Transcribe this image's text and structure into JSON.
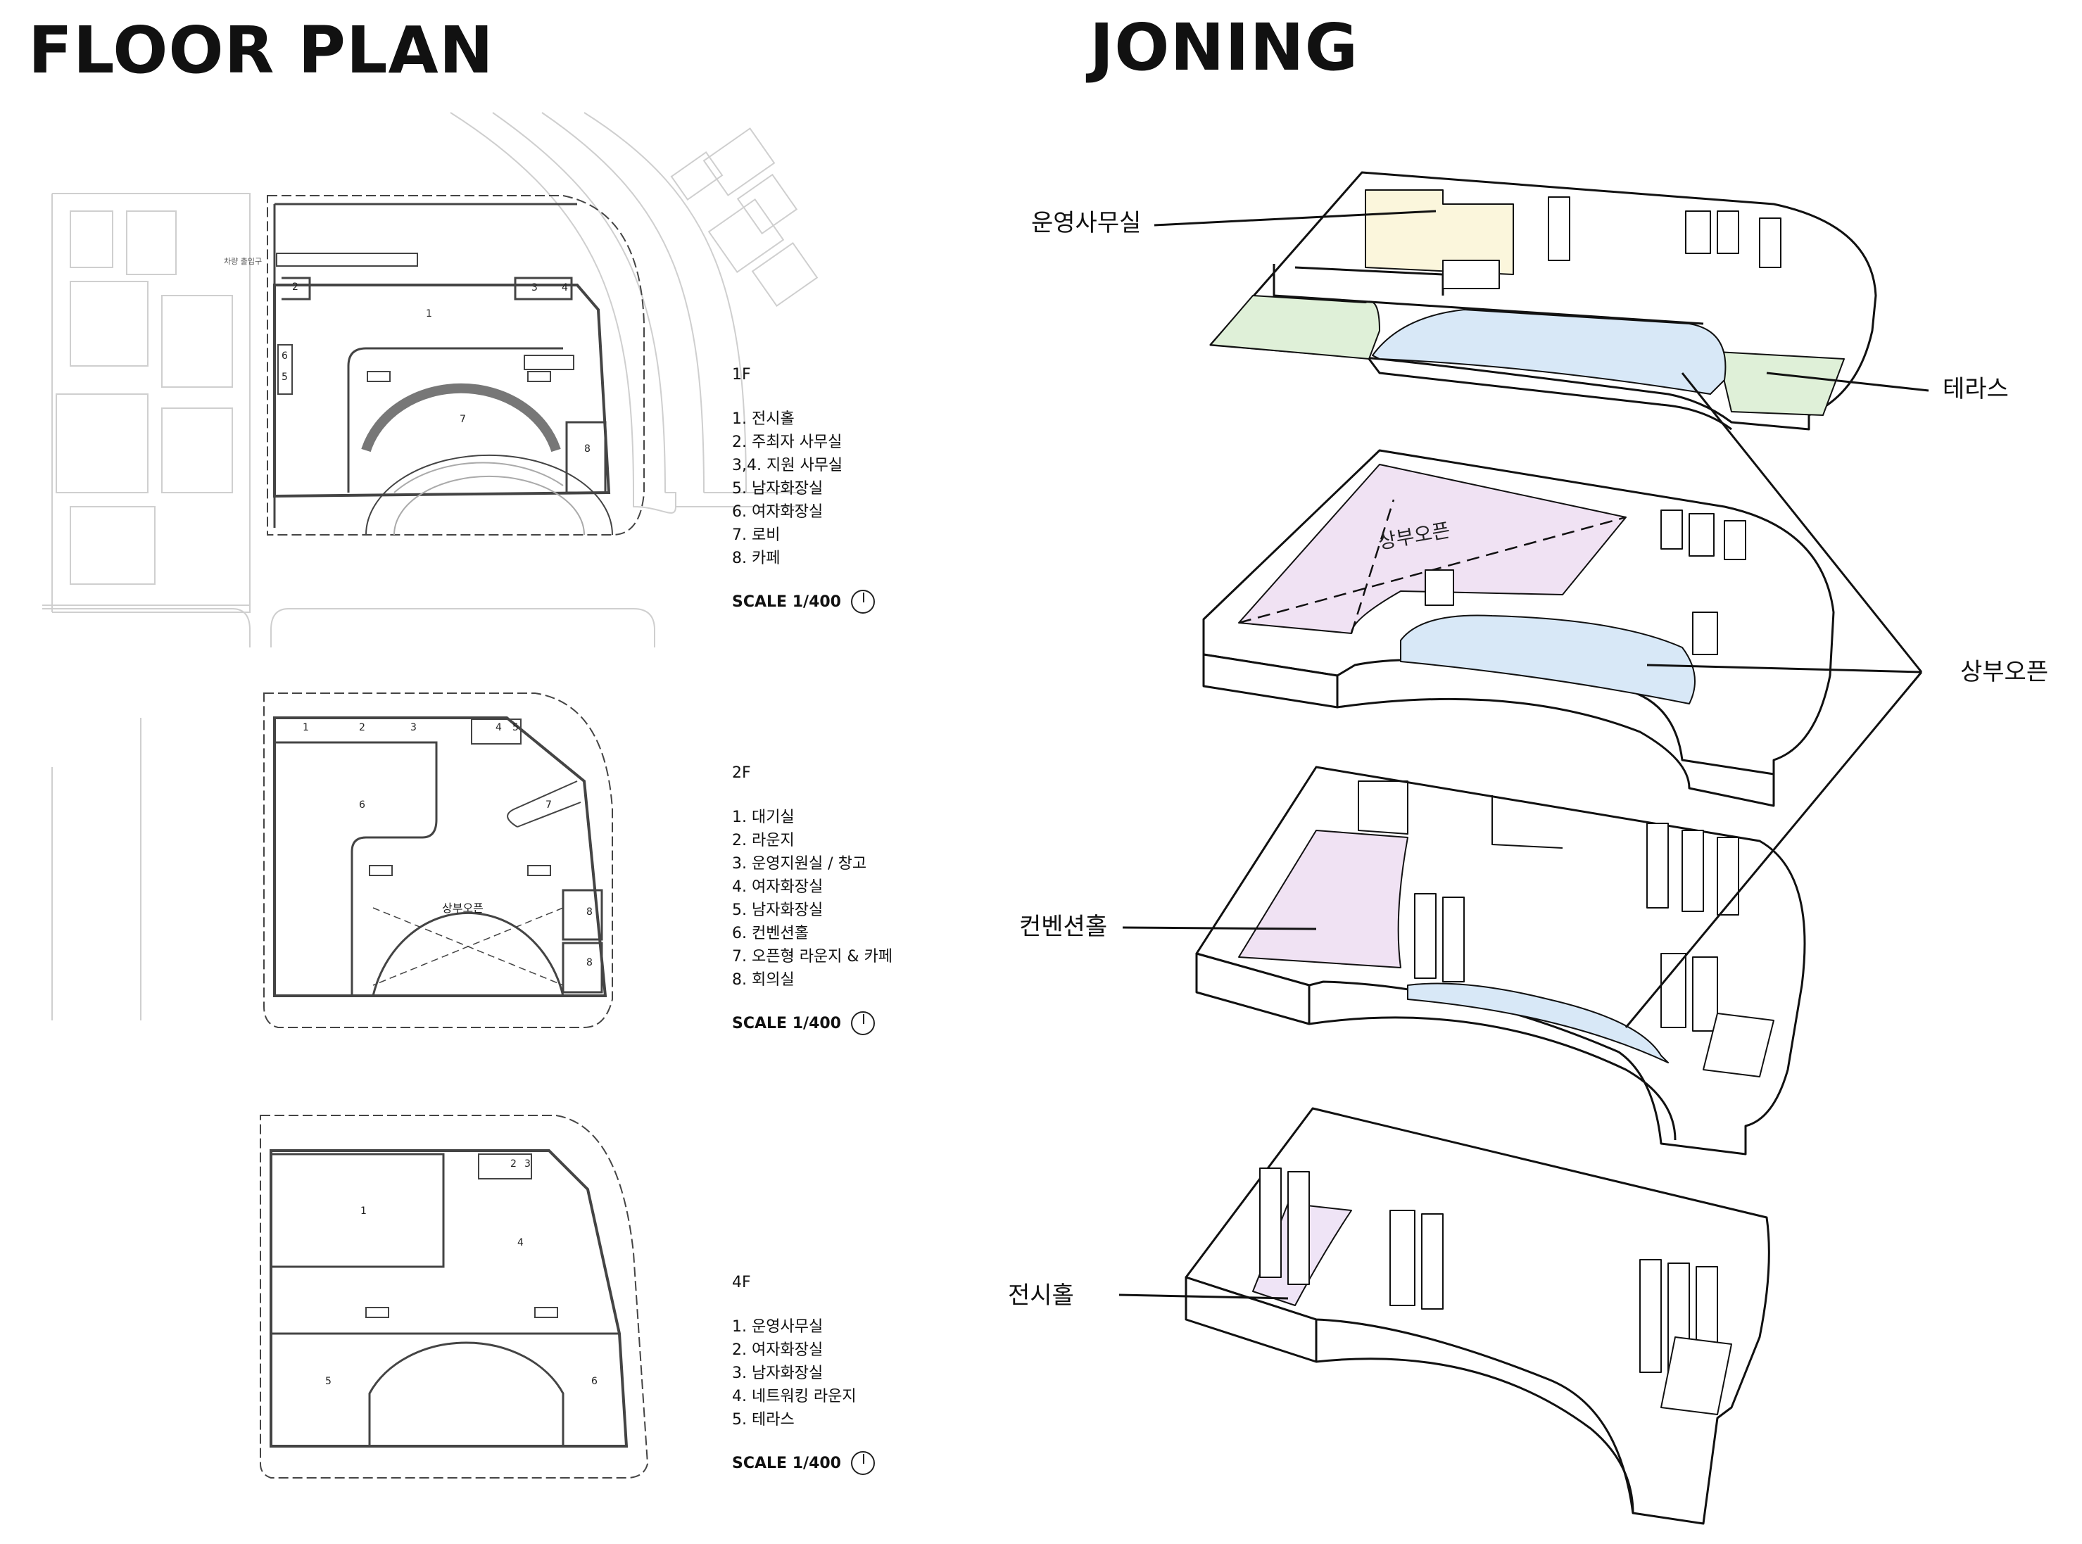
{
  "titles": {
    "floor_plan": "FLOOR PLAN",
    "joning": "JONING"
  },
  "floors": [
    {
      "floor": "1F",
      "items": [
        "1. 전시홀",
        "2. 주최자 사무실",
        "3,4. 지원 사무실",
        "5. 남자화장실",
        "6. 여자화장실",
        "7. 로비",
        "8. 카페"
      ],
      "scale": "SCALE 1/400",
      "room_labels": [
        "1",
        "2",
        "3",
        "4",
        "5",
        "6",
        "7",
        "8"
      ]
    },
    {
      "floor": "2F",
      "items": [
        "1. 대기실",
        "2. 라운지",
        "3. 운영지원실 / 창고",
        "4. 여자화장실",
        "5. 남자화장실",
        "6. 컨벤션홀",
        "7. 오픈형 라운지 & 카페",
        "8. 회의실"
      ],
      "scale": "SCALE 1/400",
      "room_labels": [
        "1",
        "2",
        "3",
        "4",
        "5",
        "6",
        "7",
        "8",
        "8"
      ],
      "void_label": "상부오픈"
    },
    {
      "floor": "4F",
      "items": [
        "1. 운영사무실",
        "2. 여자화장실",
        "3. 남자화장실",
        "4. 네트워킹 라운지",
        "5. 테라스"
      ],
      "scale": "SCALE 1/400",
      "room_labels": [
        "1",
        "2",
        "3",
        "4",
        "5",
        "6"
      ]
    }
  ],
  "site_label": "차량 출입구",
  "zoning": {
    "callouts": {
      "office": "운영사무실",
      "terrace": "테라스",
      "void": "상부오픈",
      "convention": "컨벤션홀",
      "exhibition": "전시홀"
    },
    "void_in_plan": "상부오픈",
    "colors": {
      "office": "#fbf6dc",
      "terrace": "#dff0d8",
      "void": "#d8e8f7",
      "convention": "#f0e2f3",
      "exhibition": "#efe4f6",
      "line": "#111111"
    }
  }
}
